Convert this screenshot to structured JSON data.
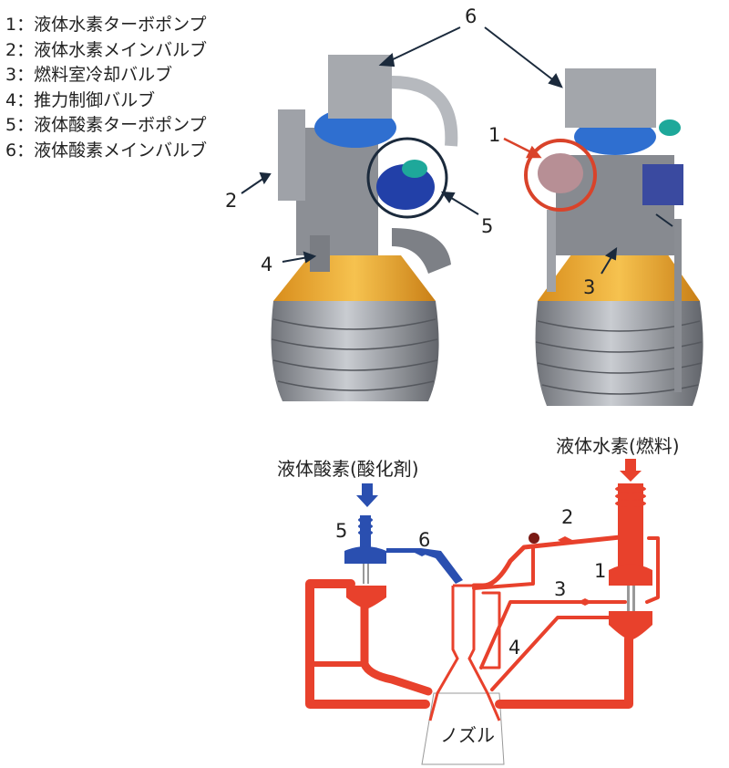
{
  "legend": [
    {
      "num": "1",
      "label": "液体水素ターボポンプ",
      "text": "1：液体水素ターボポンプ"
    },
    {
      "num": "2",
      "label": "液体水素メインバルブ",
      "text": "2：液体水素メインバルブ"
    },
    {
      "num": "3",
      "label": "燃料室冷却バルブ",
      "text": "3：燃料室冷却バルブ"
    },
    {
      "num": "4",
      "label": "推力制御バルブ",
      "text": "4：推力制御バルブ"
    },
    {
      "num": "5",
      "label": "液体酸素ターボポンプ",
      "text": "5：液体酸素ターボポンプ"
    },
    {
      "num": "6",
      "label": "液体酸素メインバルブ",
      "text": "6：液体酸素メインバルブ"
    }
  ],
  "engine_callouts": {
    "left": [
      "2",
      "4",
      "5"
    ],
    "top": "6",
    "right": [
      "1",
      "3"
    ]
  },
  "schematic": {
    "lox_label": "液体酸素(酸化剤)",
    "lh2_label": "液体水素(燃料)",
    "nozzle_label": "ノズル",
    "numbers": [
      "1",
      "2",
      "3",
      "4",
      "5",
      "6"
    ]
  },
  "colors": {
    "hydrogen": "#e8412c",
    "oxygen": "#2a4fb0",
    "nozzle_gold": "#f0b23a",
    "engine_gray": "#9a9da3",
    "highlight_red": "#d9432a"
  }
}
